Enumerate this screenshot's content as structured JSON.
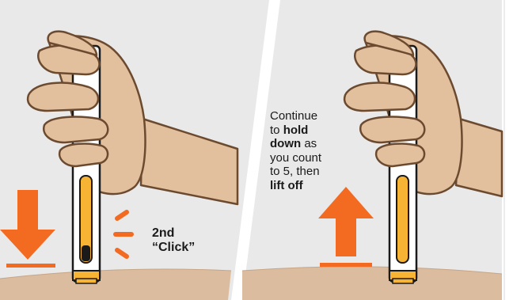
{
  "panel_left": {
    "click_label_line1": "2nd",
    "click_label_line2": "“Click”"
  },
  "panel_right": {
    "line1": "Continue",
    "line2_prefix": "to ",
    "line2_bold": "hold",
    "line3_bold": "down",
    "line3_suffix": " as",
    "line4": "you count",
    "line5": "to 5, then",
    "line6_bold": "lift off"
  },
  "colors": {
    "background": "#e9e9e9",
    "skin": "#e2c09e",
    "skin_outline": "#6b4a2f",
    "ground": "#dcbc9f",
    "arrow": "#f26b21",
    "pen_window": "#f7b334",
    "pen_body": "#ffffff",
    "pen_outline": "#1a1a1a"
  },
  "icons": [
    "down-arrow-icon",
    "up-arrow-icon",
    "click-burst-icon",
    "autoinjector-pen-icon",
    "hand-icon"
  ]
}
